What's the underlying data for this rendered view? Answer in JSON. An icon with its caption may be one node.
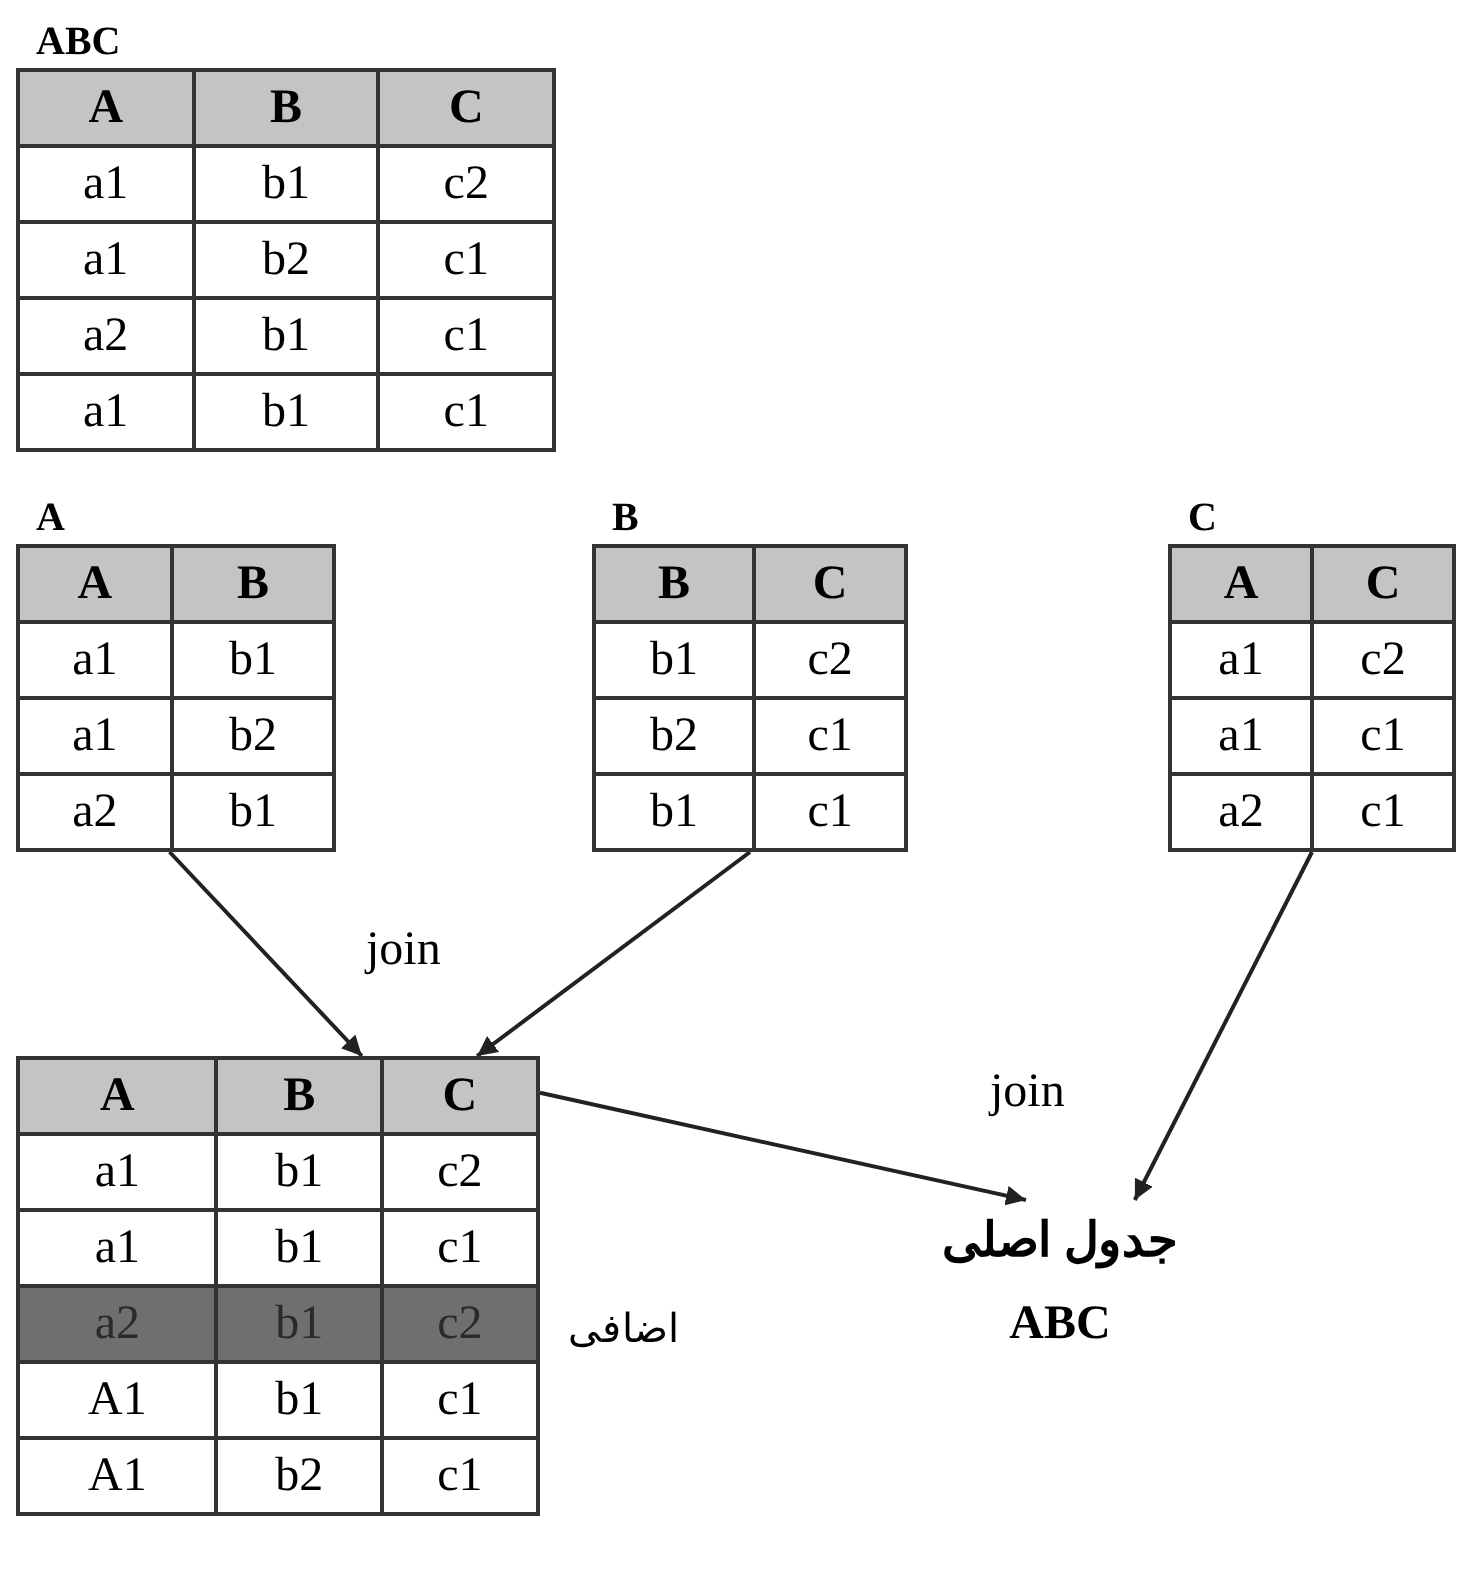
{
  "diagram": {
    "nodes": [
      {
        "text": [
          "ABC",
          "A",
          "B",
          "C",
          "a1",
          "b1",
          "c2",
          "a1",
          "b2",
          "c1",
          "a2",
          "b1",
          "c1",
          "a1",
          "b1",
          "c1"
        ]
      },
      {
        "text": [
          "A",
          "A",
          "B",
          "a1",
          "b1",
          "a1",
          "b2",
          "a2",
          "b1"
        ]
      },
      {
        "text": [
          "B",
          "B",
          "C",
          "b1",
          "c2",
          "b2",
          "c1",
          "b1",
          "c1"
        ]
      },
      {
        "text": [
          "C",
          "A",
          "C",
          "a1",
          "c2",
          "a1",
          "c1",
          "a2",
          "c1"
        ]
      },
      {
        "text": [
          "A",
          "B",
          "C",
          "a1",
          "b1",
          "c2",
          "a1",
          "b1",
          "c1",
          "a2",
          "b1",
          "c2",
          "A1",
          "b1",
          "c1",
          "A1",
          "b2",
          "c1"
        ],
        "beside": [
          "اضافی"
        ]
      },
      {
        "text": [
          "جدول اصلی",
          "ABC"
        ]
      }
    ],
    "edges": [
      {
        "from": 1,
        "to": 4,
        "arrow": "to"
      },
      {
        "from": 2,
        "to": 4,
        "arrow": "to"
      },
      {
        "from": 4,
        "to": 5,
        "arrow": "to"
      },
      {
        "from": 3,
        "to": 5,
        "arrow": "to"
      }
    ],
    "labels": [
      "join",
      "join"
    ]
  }
}
